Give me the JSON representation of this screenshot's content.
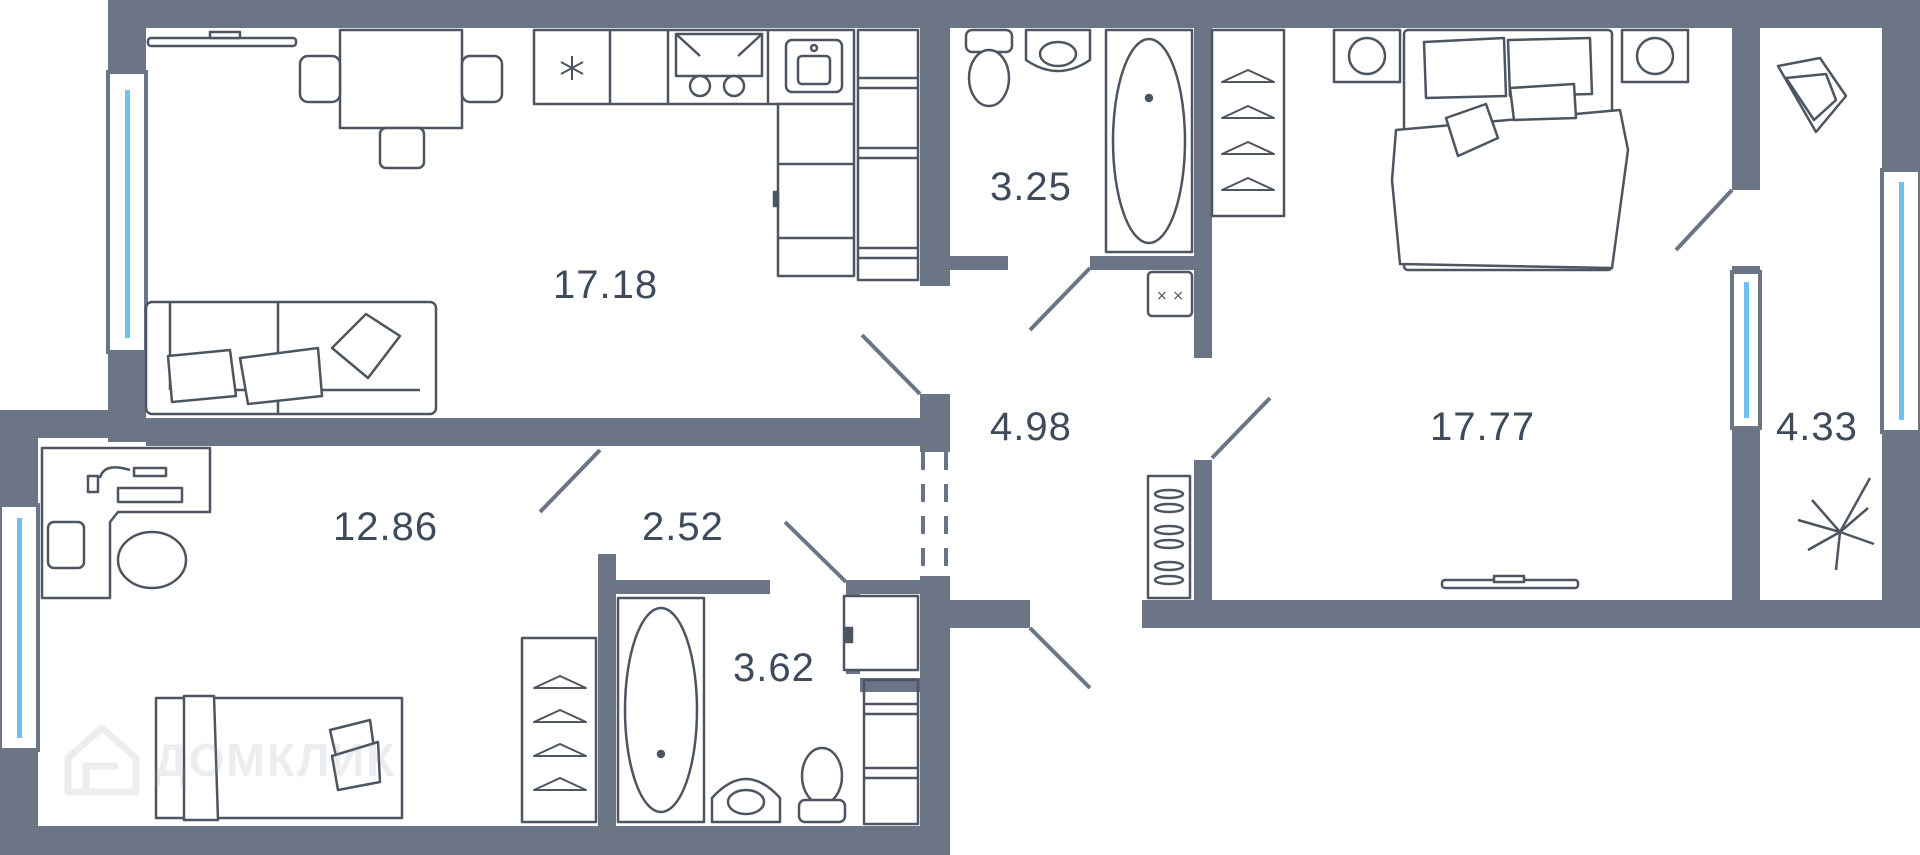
{
  "plan": {
    "wall_color": "#6b7585",
    "window_color": "#6ec3ee",
    "furniture_stroke": "#4d5561"
  },
  "rooms": [
    {
      "id": "living-kitchen",
      "area": "17.18"
    },
    {
      "id": "bathroom-top",
      "area": "3.25"
    },
    {
      "id": "hallway",
      "area": "4.98"
    },
    {
      "id": "bedroom-main",
      "area": "17.77"
    },
    {
      "id": "balcony",
      "area": "4.33"
    },
    {
      "id": "bedroom-small",
      "area": "12.86"
    },
    {
      "id": "corridor",
      "area": "2.52"
    },
    {
      "id": "bathroom-bottom",
      "area": "3.62"
    }
  ],
  "watermark": {
    "text": "ДОМКЛИК",
    "icon": "house-logo-icon"
  }
}
